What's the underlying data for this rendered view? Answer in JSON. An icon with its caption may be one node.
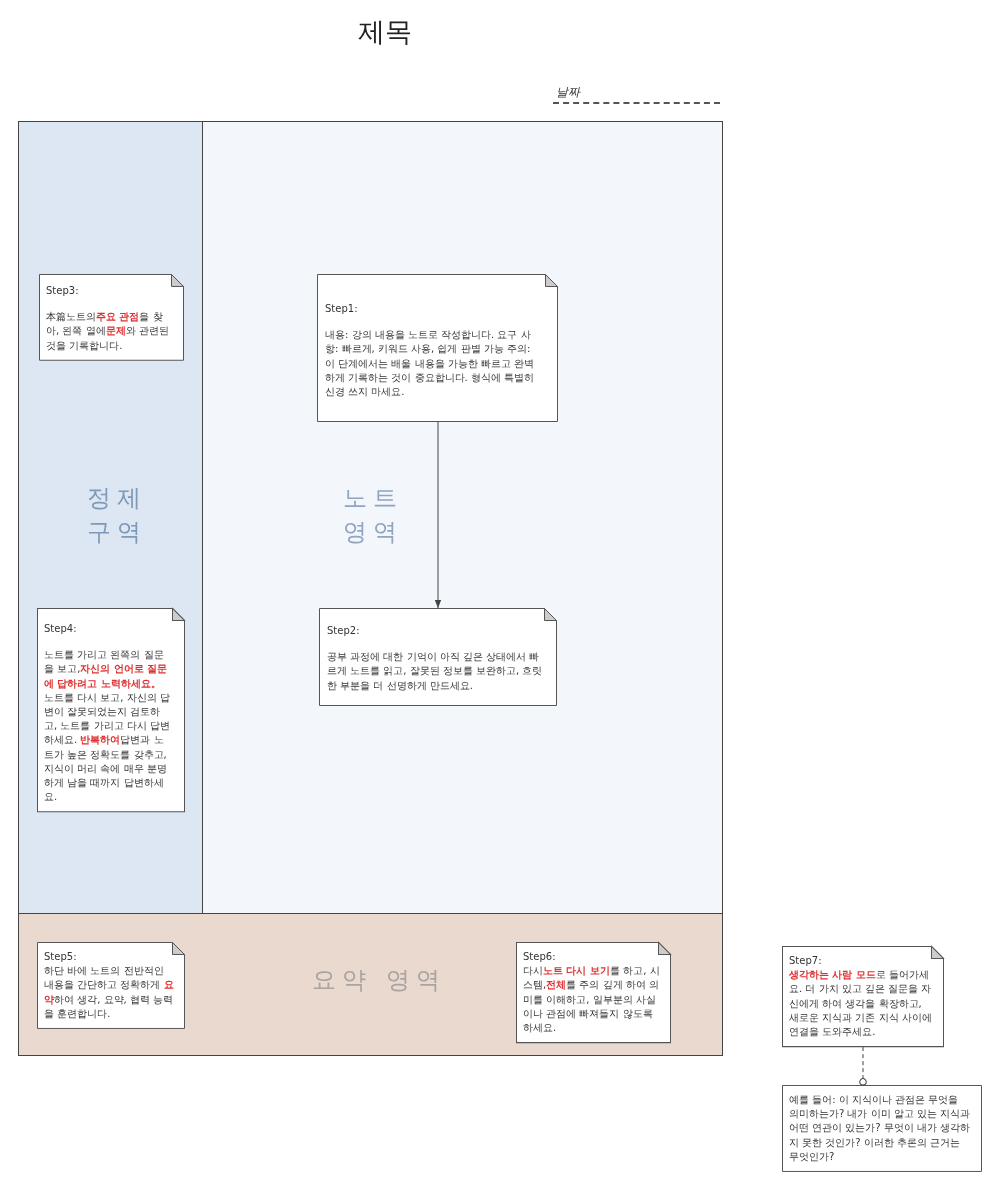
{
  "diagram": {
    "title": "제목",
    "nodes": [
      {
        "text": [
          "정제 구역"
        ]
      },
      {
        "text": [
          "노트 영역"
        ]
      },
      {
        "text": [
          "요약 영역"
        ]
      },
      {
        "text": [
          "Step3:",
          "本篇노트의**주요 관점**을 찾아, 왼쪽 열에**문제**와 관련된 것을 기록합니다."
        ],
        "in": 0
      },
      {
        "text": [
          "Step4:",
          "노트를 가리고 왼쪽의 질문을 보고,**자신의 언어로 질문에 답하려고 노력하세요。** 노트를 다시 보고, 자신의 답변이 잘못되었는지 검토하고, 노트를 가리고 다시 답변하세요. **반복하여**답변과 노트가 높은 정확도를 갖추고, 지식이 머리 속에 매우 분명하게 남을 때까지 답변하세요."
        ],
        "in": 0
      },
      {
        "text": [
          "Step1:",
          "내용:  강의 내용을 노트로 작성합니다. 요구 사항: 빠르게, 키워드 사용, 쉽게 판별 가능 주의: 이 단계에서는 배울 내용을 가능한 빠르고 완벽하게 기록하는 것이 중요합니다. 형식에 특별히 신경 쓰지 마세요."
        ],
        "in": 1
      },
      {
        "text": [
          "Step2:",
          "공부 과정에 대한 기억이 아직 깊은 상태에서 빠르게 노트를 읽고, 잘못된 정보를 보완하고, 흐릿한 부분을 더 선명하게 만드세요."
        ],
        "in": 1
      },
      {
        "text": [
          "Step5:",
          "하단 바에 노트의 전반적인 내용을 간단하고 정확하게 **요약**하여 생각, 요약, 협력 능력을 훈련합니다."
        ],
        "in": 2
      },
      {
        "text": [
          "Step6:",
          "다시**노트 다시 보기**를 하고, 시스템,**전체**를 주의 깊게 하여 의미를 이해하고, 일부분의 사실이나 관점에 빠져들지 않도록 하세요."
        ],
        "in": 2
      },
      {
        "text": [
          "Step7:",
          "**생각하는 사람 모드**로 들어가세요. 더 가치 있고 깊은 질문을 자신에게 하여 생각을 확장하고, 새로운 지식과 기존 지식 사이에 연결을 도와주세요."
        ]
      },
      {
        "text": [
          "예를 들어: 이 지식이나 관점은 무엇을 의미하는가? 내가 이미 알고 있는 지식과 어떤 연관이 있는가? 무엇이 내가 생각하지 못한 것인가? 이러한 추론의 근거는 무엇인가?"
        ]
      }
    ],
    "edges": [
      {
        "from": 5,
        "to": 6,
        "arrow": "to"
      },
      {
        "from": 9,
        "to": 10,
        "arrow": "other",
        "style": "dashed"
      }
    ],
    "labels": [
      "날짜"
    ]
  }
}
